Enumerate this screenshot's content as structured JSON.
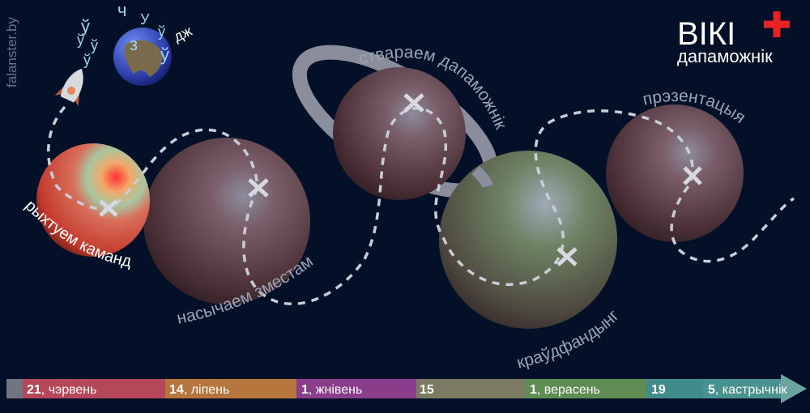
{
  "watermark": "falanster.by",
  "logo": {
    "word": "ВІКІ",
    "sub": "дапаможнік"
  },
  "flying_letters": [
    "ў",
    "ч",
    "У",
    "ў",
    "ў",
    "ў",
    "ў",
    "з",
    "ў",
    "дж"
  ],
  "stages": [
    "рыхтуем каманду",
    "насычаем зместам",
    "ствараем дапаможнік",
    "краўдфандынг",
    "прэзентацыя"
  ],
  "timeline": [
    {
      "day": "21",
      "month": ", чэрвень",
      "color": "#b5475a"
    },
    {
      "day": "14",
      "month": ", ліпень",
      "color": "#b8763f"
    },
    {
      "day": "1",
      "month": ", жнівень",
      "color": "#8a3d8b"
    },
    {
      "day": "15",
      "month": "",
      "color": "#7b7a62"
    },
    {
      "day": "1",
      "month": ", верасень",
      "color": "#5e8c52"
    },
    {
      "day": "19",
      "month": "",
      "color": "#3f8c8a"
    },
    {
      "day": "5",
      "month": ", кастрычнік",
      "color": "#48938f"
    }
  ]
}
